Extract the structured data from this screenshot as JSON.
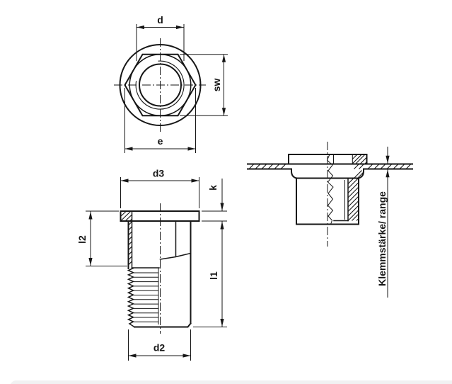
{
  "drawing": {
    "dimension_labels": {
      "d": "d",
      "sw": "sw",
      "e": "e",
      "d3": "d3",
      "k": "k",
      "l2": "l2",
      "l1": "l1",
      "d2": "d2"
    },
    "annotations": {
      "grip_range": "Klemmstärke/ range"
    },
    "colors": {
      "line": "#161616",
      "background": "#ffffff",
      "bottom_bar": "#f1f1f2"
    }
  }
}
